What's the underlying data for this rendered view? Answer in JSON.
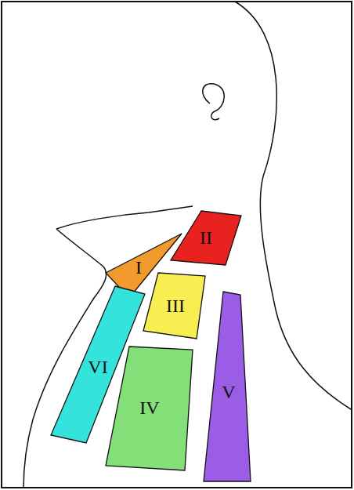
{
  "diagram": {
    "nodes": [
      {
        "text": [
          "I"
        ]
      },
      {
        "text": [
          "II"
        ]
      },
      {
        "text": [
          "III"
        ]
      },
      {
        "text": [
          "IV"
        ]
      },
      {
        "text": [
          "V"
        ]
      },
      {
        "text": [
          "VI"
        ]
      }
    ]
  }
}
